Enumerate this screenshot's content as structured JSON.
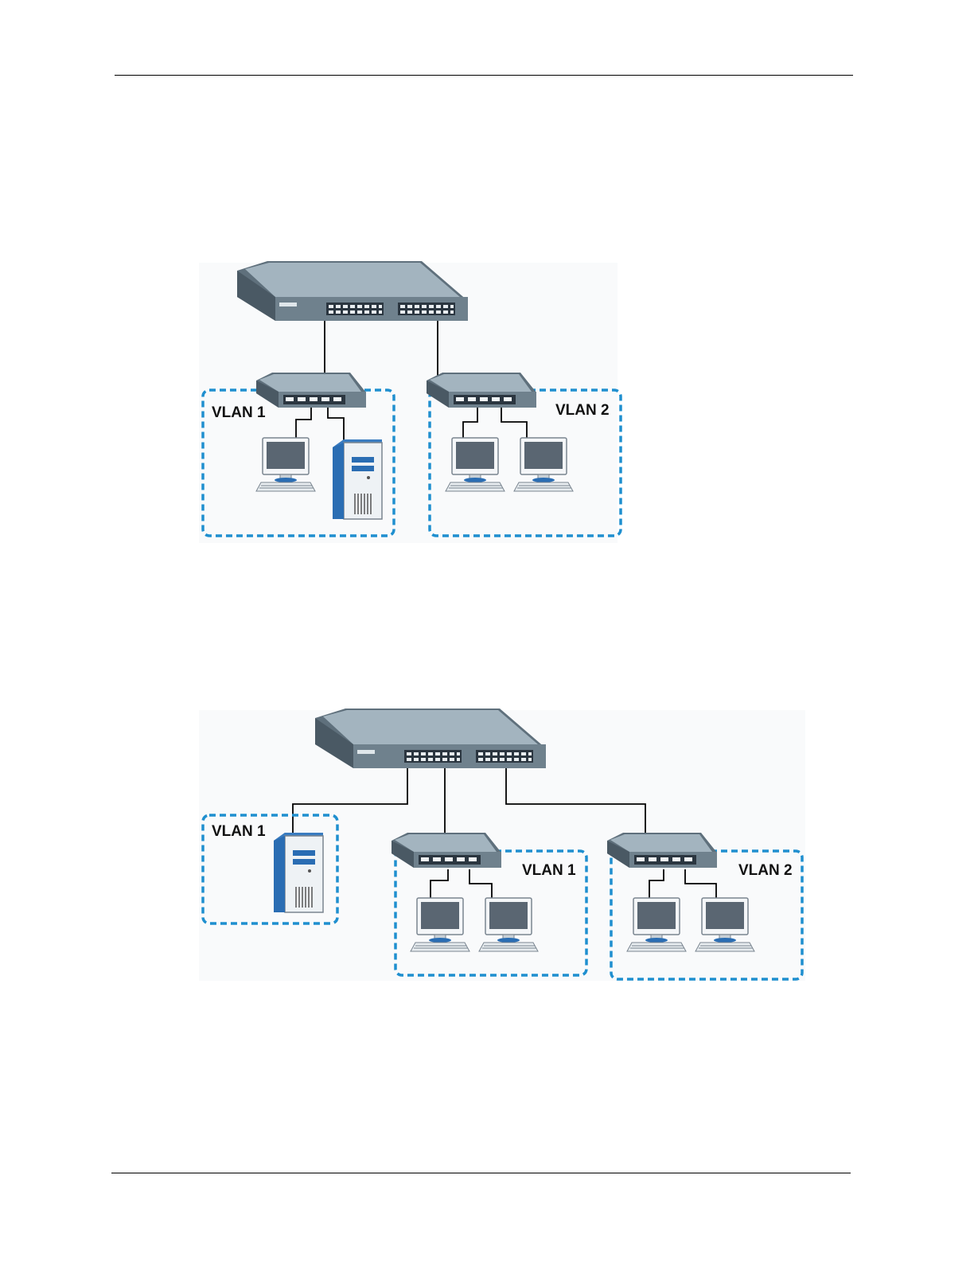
{
  "figures": [
    {
      "vlans": [
        {
          "label": "VLAN 1"
        },
        {
          "label": "VLAN 2"
        }
      ]
    },
    {
      "vlans": [
        {
          "label": "VLAN 1"
        },
        {
          "label": "VLAN 1"
        },
        {
          "label": "VLAN 2"
        }
      ]
    }
  ],
  "colors": {
    "switch_top": "#9fb0bc",
    "switch_front": "#6d7f8c",
    "vlan_border": "#1f8fcf",
    "server_blue": "#2a6db3",
    "monitor_screen": "#5a6672"
  }
}
